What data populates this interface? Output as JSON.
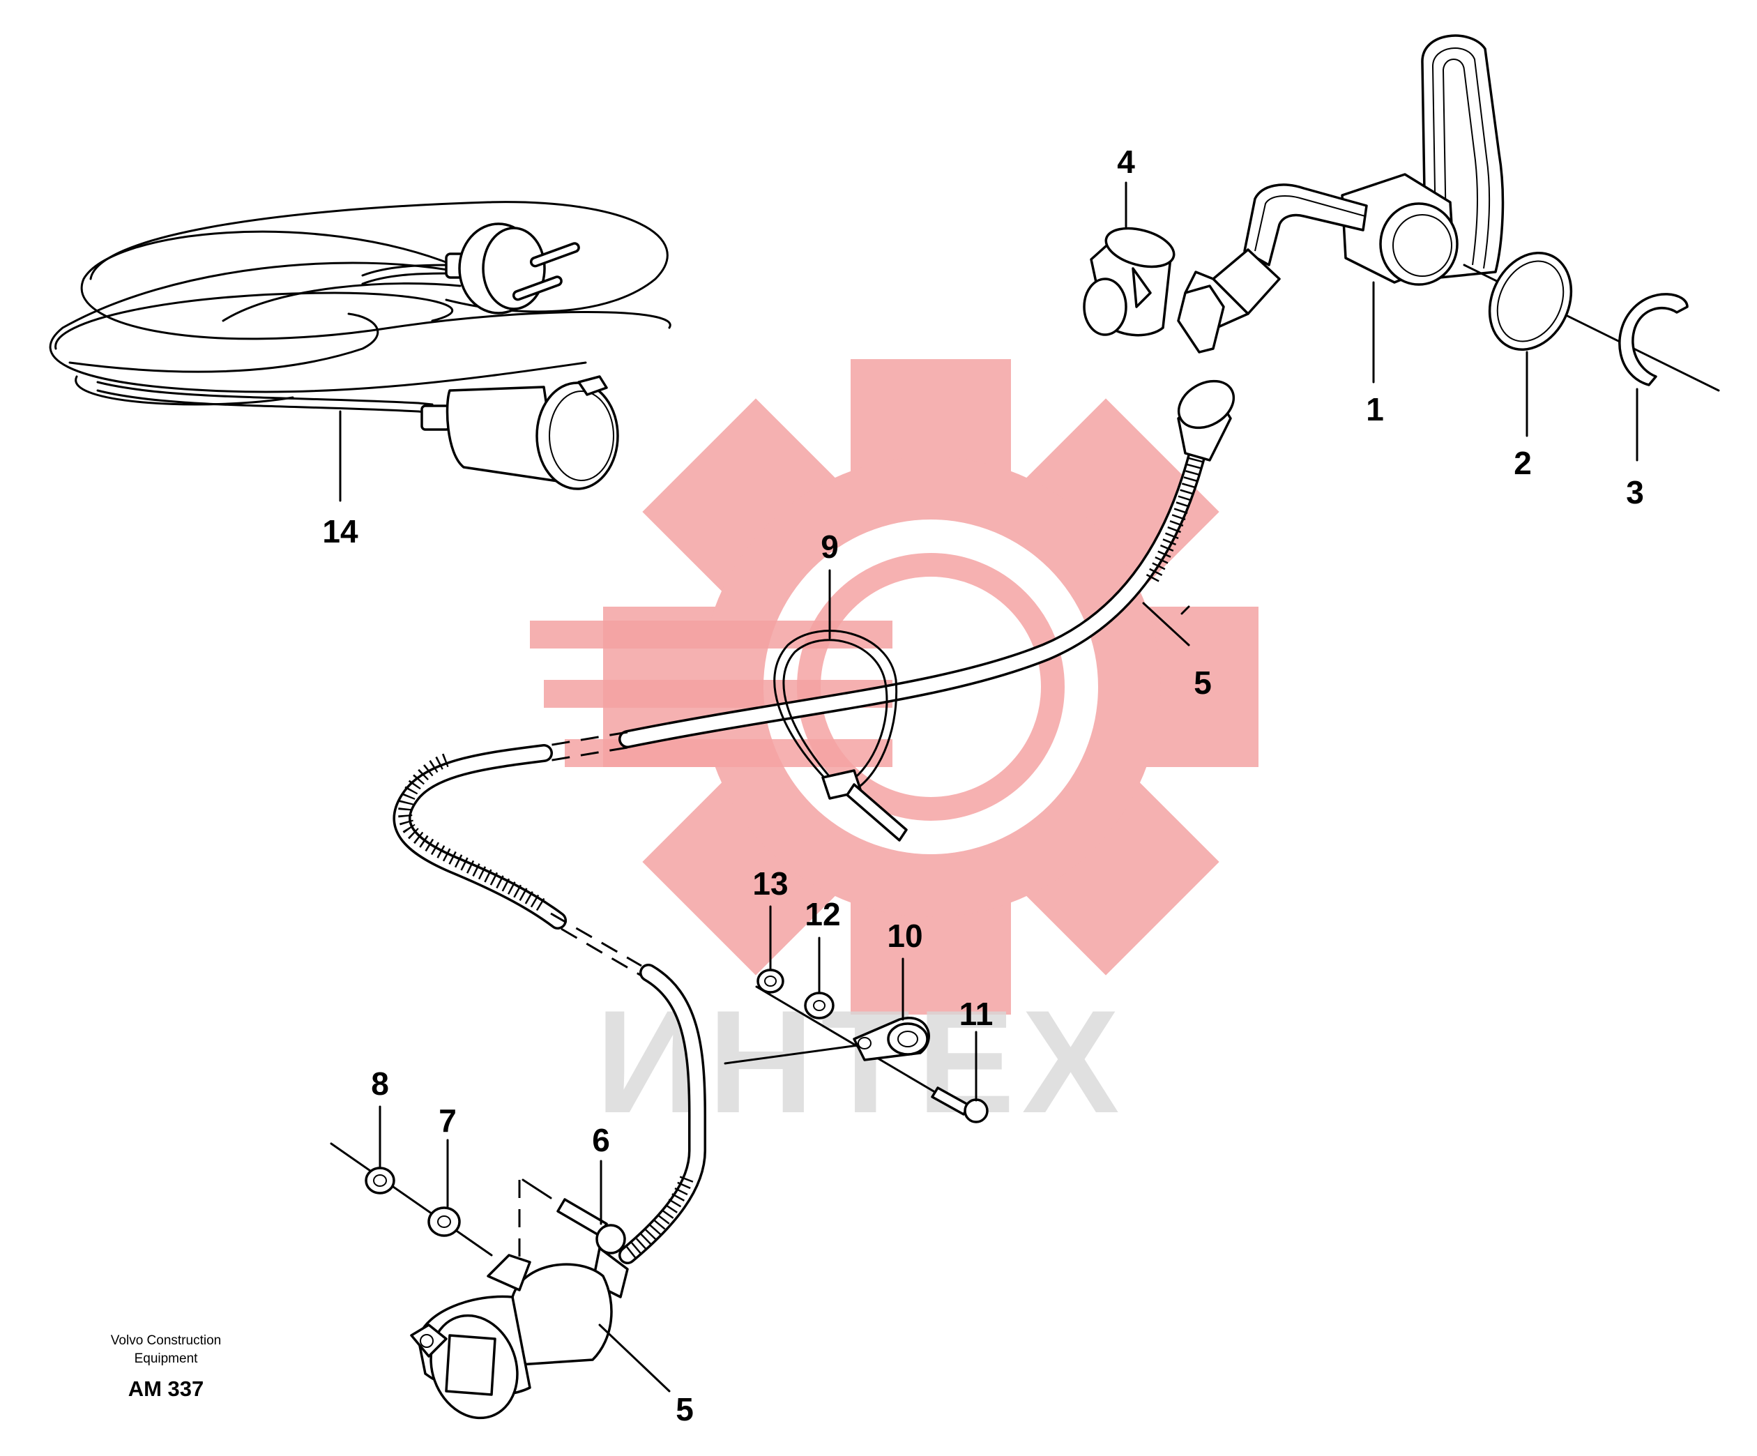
{
  "labels": {
    "p1": "1",
    "p2": "2",
    "p3": "3",
    "p4": "4",
    "p5_upper": "5",
    "p5_lower": "5",
    "p6": "6",
    "p7": "7",
    "p8": "8",
    "p9": "9",
    "p10": "10",
    "p11": "11",
    "p12": "12",
    "p13": "13",
    "p14": "14"
  },
  "footer": {
    "company_line1": "Volvo Construction",
    "company_line2": "Equipment",
    "code": "AM 337"
  },
  "watermark": {
    "text": "ИНТЕХ",
    "gear_color": "#f4a3a3",
    "text_color": "#d9d9d9"
  }
}
